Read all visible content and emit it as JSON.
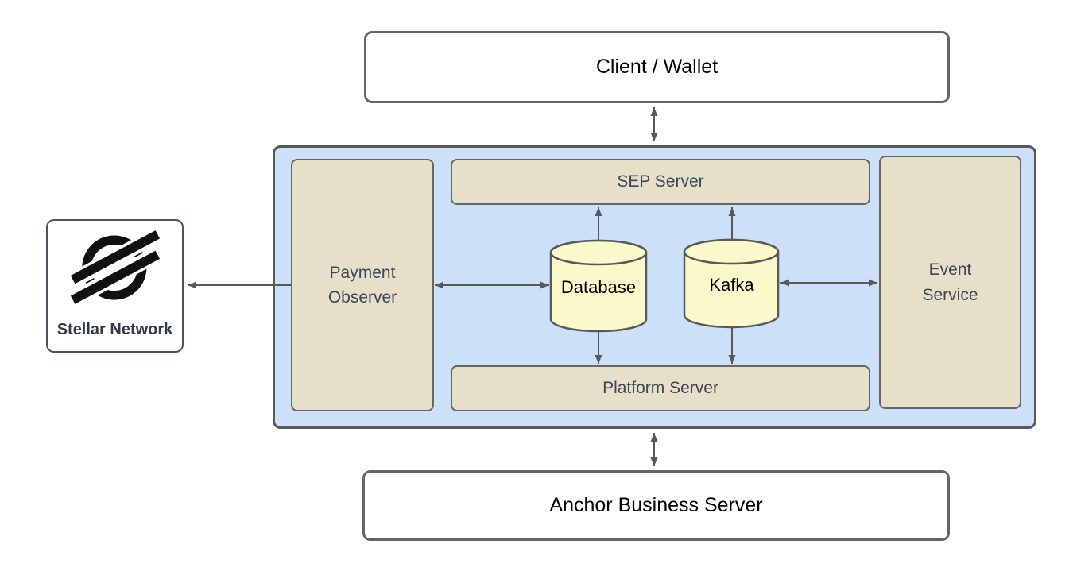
{
  "diagram": {
    "type": "architecture-diagram",
    "nodes": {
      "client_wallet": {
        "label": "Client / Wallet",
        "shape": "rectangle",
        "fill": "#FFFFFF"
      },
      "anchor_platform_container": {
        "shape": "container",
        "fill": "#CCE0FA"
      },
      "payment_observer": {
        "label": "Payment\nObserver",
        "shape": "rectangle",
        "fill": "#E6E0C8"
      },
      "sep_server": {
        "label": "SEP Server",
        "shape": "rectangle",
        "fill": "#E6E0C8"
      },
      "database": {
        "label": "Database",
        "shape": "cylinder",
        "fill": "#FBF9CC"
      },
      "kafka": {
        "label": "Kafka",
        "shape": "cylinder",
        "fill": "#FBF9CC"
      },
      "event_service": {
        "label": "Event\nService",
        "shape": "rectangle",
        "fill": "#E6E0C8"
      },
      "platform_server": {
        "label": "Platform Server",
        "shape": "rectangle",
        "fill": "#E6E0C8"
      },
      "stellar_network": {
        "label": "Stellar Network",
        "shape": "rectangle",
        "fill": "#FFFFFF",
        "icon": "stellar-logo"
      },
      "anchor_business_server": {
        "label": "Anchor Business Server",
        "shape": "rectangle",
        "fill": "#FFFFFF"
      }
    },
    "edges": [
      {
        "from": "client_wallet",
        "to": "anchor_platform_container",
        "arrows": "both"
      },
      {
        "from": "anchor_platform_container",
        "to": "anchor_business_server",
        "arrows": "both"
      },
      {
        "from": "payment_observer",
        "to": "stellar_network",
        "arrows": "to"
      },
      {
        "from": "payment_observer",
        "to": "database",
        "arrows": "both"
      },
      {
        "from": "kafka",
        "to": "event_service",
        "arrows": "both"
      },
      {
        "from": "database",
        "to": "sep_server",
        "arrows": "to"
      },
      {
        "from": "kafka",
        "to": "sep_server",
        "arrows": "to"
      },
      {
        "from": "database",
        "to": "platform_server",
        "arrows": "to"
      },
      {
        "from": "kafka",
        "to": "platform_server",
        "arrows": "to"
      }
    ],
    "colors": {
      "container_fill": "#CCE0FA",
      "container_border": "#595959",
      "panel_fill": "#E6E0C8",
      "panel_border": "#666666",
      "cylinder_fill": "#FBF9CC",
      "white_node_fill": "#FFFFFF",
      "white_node_border": "#666666",
      "arrow": "#595959",
      "panel_label_text": "#3C4657",
      "node_text": "#000000",
      "stellar_text": "#333A47",
      "stellar_logo": "#111111"
    }
  }
}
